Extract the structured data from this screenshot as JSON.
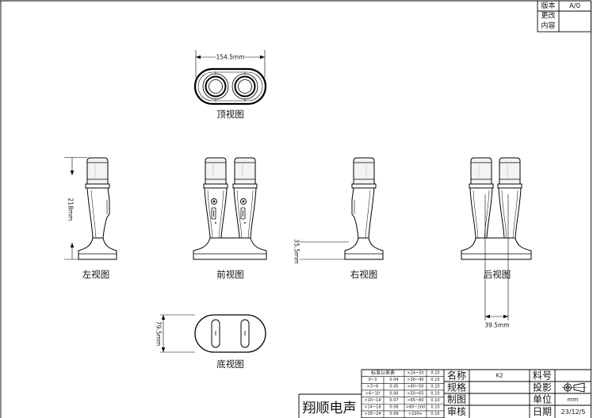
{
  "revision_block": {
    "version_label": "版本",
    "version_value": "A/0",
    "change_label": [
      "更改",
      "内容"
    ]
  },
  "views": {
    "top": {
      "label": "顶视图",
      "dimension": "154.5mm"
    },
    "left": {
      "label": "左视图",
      "dimension": "218mm"
    },
    "front": {
      "label": "前视图"
    },
    "right": {
      "label": "右视图",
      "dimension": "35.5mm"
    },
    "back": {
      "label": "后视图",
      "dimension": "39.5mm"
    },
    "bottom": {
      "label": "底视图",
      "dimension": "79.5mm"
    }
  },
  "tolerance_table": {
    "title": "标准公差表",
    "left_rows": [
      [
        "0~3",
        "0.04"
      ],
      [
        ">3~6",
        "0.05"
      ],
      [
        ">6~10",
        "0.06"
      ],
      [
        ">10~14",
        "0.07"
      ],
      [
        ">14~18",
        "0.08"
      ],
      [
        ">18~24",
        "0.09"
      ]
    ],
    "right_rows": [
      [
        ">24~30",
        "0.10"
      ],
      [
        ">30~40",
        "0.10"
      ],
      [
        ">40~50",
        "0.10"
      ],
      [
        ">50~65",
        "0.10"
      ],
      [
        ">65~80",
        "0.10"
      ],
      [
        ">80~100",
        "0.10"
      ],
      [
        ">100+",
        "0.10"
      ]
    ]
  },
  "title_block": {
    "company": "翔顺电声",
    "name_label": "名称",
    "name_value": "K2",
    "spec_label": "规格",
    "drafter_label": "制图",
    "reviewer_label": "审核",
    "part_no_label": "料号",
    "projection_label": "投影",
    "projection_icon": "first-angle-projection-icon",
    "unit_label": "单位",
    "unit_value": "mm",
    "date_label": "日期",
    "date_value": "23/12/5"
  }
}
